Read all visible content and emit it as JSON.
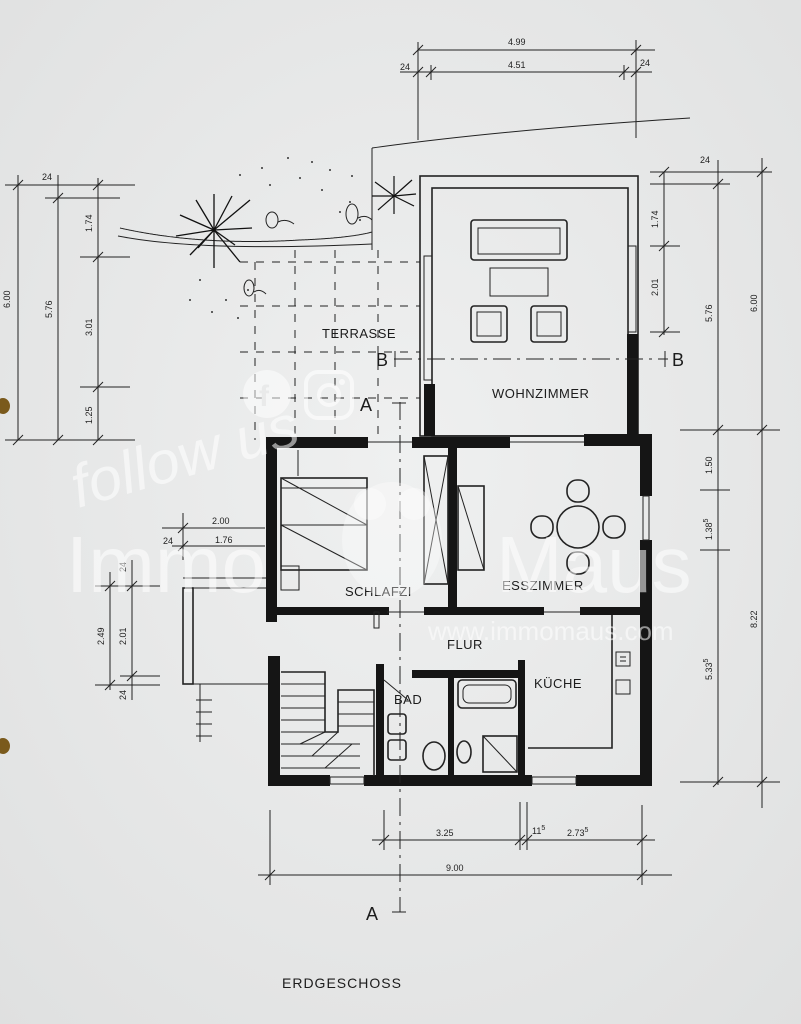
{
  "rooms": {
    "terrasse": "TERRASSE",
    "wohnzimmer": "WOHNZIMMER",
    "schlafzimmer": "SCHLAFZI",
    "esszimmer": "ESSZIMMER",
    "flur": "FLUR",
    "kueche": "KÜCHE",
    "bad": "BAD"
  },
  "floor_title": "ERDGESCHOSS",
  "section_markers": {
    "a": "A",
    "b": "B"
  },
  "dimensions": {
    "top_total": "4.99",
    "top_inner": "4.51",
    "top_left_wall": "24",
    "top_right_wall": "24",
    "left_total": "6.00",
    "left_inner": "5.76",
    "left_top_wall": "24",
    "left_seg_1": "1.74",
    "left_seg_2": "3.01",
    "left_seg_3": "1.25",
    "right_wall_top": "24",
    "right_seg_1": "1.74",
    "right_seg_2": "2.01",
    "right_inner": "5.76",
    "right_total": "6.00",
    "right_lower_1": "1.50",
    "right_lower_2": "1.38",
    "right_lower_2_sup": "5",
    "right_lower_3": "5.33",
    "right_lower_3_sup": "5",
    "right_lower_total": "8.22",
    "side_total": "2.00",
    "side_wall": "24",
    "side_inner": "1.76",
    "side_v_wall_top": "24",
    "side_v_total": "2.49",
    "side_v_inner": "2.01",
    "side_v_wall_bottom": "24",
    "bottom_seg_1": "3.25",
    "bottom_seg_2": "11",
    "bottom_seg_2_sup": "5",
    "bottom_seg_3": "2.73",
    "bottom_seg_3_sup": "5",
    "bottom_total": "9.00"
  },
  "watermark": {
    "follow": "follow us",
    "brand_left": "Immo",
    "brand_right": "Maus",
    "url": "www.immomaus.com"
  },
  "colors": {
    "paper": "#e9eaea",
    "ink": "#151515",
    "watermark": "#ffffff"
  }
}
